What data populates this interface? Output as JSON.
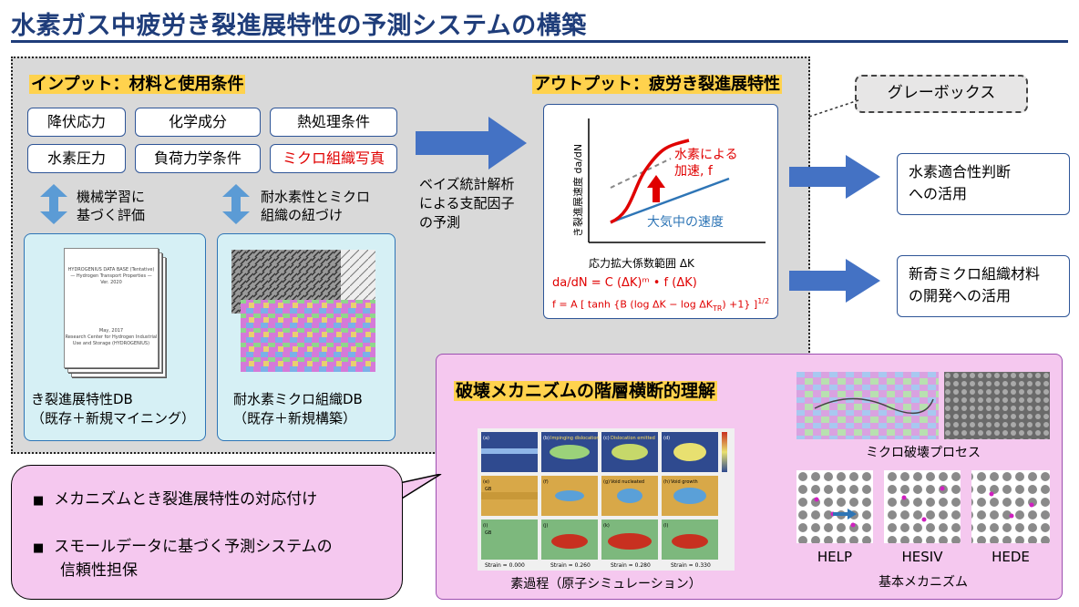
{
  "title": "水素ガス中疲労き裂進展特性の予測システムの構築",
  "input": {
    "heading": "インプット：材料と使用条件",
    "conditions": [
      "降伏応力",
      "化学成分",
      "熱処理条件",
      "水素圧力",
      "負荷力学条件",
      "ミクロ組織写真"
    ],
    "note_left": [
      "機械学習に",
      "基づく評価"
    ],
    "note_right": [
      "耐水素性とミクロ",
      "組織の紐づけ"
    ],
    "db_left": {
      "label": [
        "き裂進展特性DB",
        "（既存＋新規マイニング）"
      ],
      "doc_lines": [
        "HYDROGENIUS DATA BASE (Tentative)",
        "— Hydrogen Transport Properties —",
        "Ver. 2020",
        "May, 2017",
        "Research Center for Hydrogen Industrial Use and Storage (HYDROGENIUS)"
      ]
    },
    "db_right": {
      "label": [
        "耐水素ミクロ組織DB",
        "（既存＋新規構築）"
      ]
    }
  },
  "analysis": [
    "ベイズ統計解析",
    "による支配因子",
    "の予測"
  ],
  "output": {
    "heading": "アウトプット：疲労き裂進展特性",
    "chart": {
      "ylabel": "き裂進展速度 da/dN",
      "xlabel": "応力拡大係数範囲 ΔK",
      "red_label": [
        "水素による",
        "加速, f"
      ],
      "blue_label": "大気中の速度"
    },
    "eq1": "da/dN = C (ΔK)ᵐ • f (ΔK)",
    "eq2": "f = A [ tanh {B (log ΔK − log ΔK",
    "eq2_sub": "TR",
    "eq2_end": ") +1} ]",
    "eq2_sup": "1/2"
  },
  "gray_box": "グレーボックス",
  "uses": [
    [
      "水素適合性判断",
      "への活用"
    ],
    [
      "新奇ミクロ組織材料",
      "の開発への活用"
    ]
  ],
  "mechanism": {
    "title": "破壊メカニズムの階層横断的理解",
    "atomic_caption": "素過程（原子シミュレーション）",
    "micro_caption": "ミクロ破壊プロセス",
    "mech_caption": "基本メカニズム",
    "mechanisms": [
      "HELP",
      "HESIV",
      "HEDE"
    ],
    "sim": {
      "col_labels": [
        "(a)",
        "(b)",
        "(c)",
        "(d)",
        "(e)",
        "(f)",
        "(g)",
        "(h)",
        "(i)",
        "(j)",
        "(k)",
        "(l)"
      ],
      "annotations": [
        "Impinging dislocation",
        "Dislocation emitted",
        "Void nucleated",
        "Void growth",
        "GB",
        "GB"
      ],
      "strains": [
        "Strain = 0.000",
        "Strain = 0.260",
        "Strain = 0.280",
        "Strain = 0.330"
      ]
    }
  },
  "callout_bullets": [
    [
      "メカニズムとき裂進展特性の対応付け"
    ],
    [
      "スモールデータに基づく予測システムの",
      "信頼性担保"
    ]
  ],
  "colors": {
    "title": "#1f3d7a",
    "arrow": "#4472c4",
    "red": "#e00000",
    "blue": "#2e75b6",
    "gray_panel": "#d9d9d9",
    "pink": "#f5c8ef",
    "cyan": "#d6f0f5"
  }
}
